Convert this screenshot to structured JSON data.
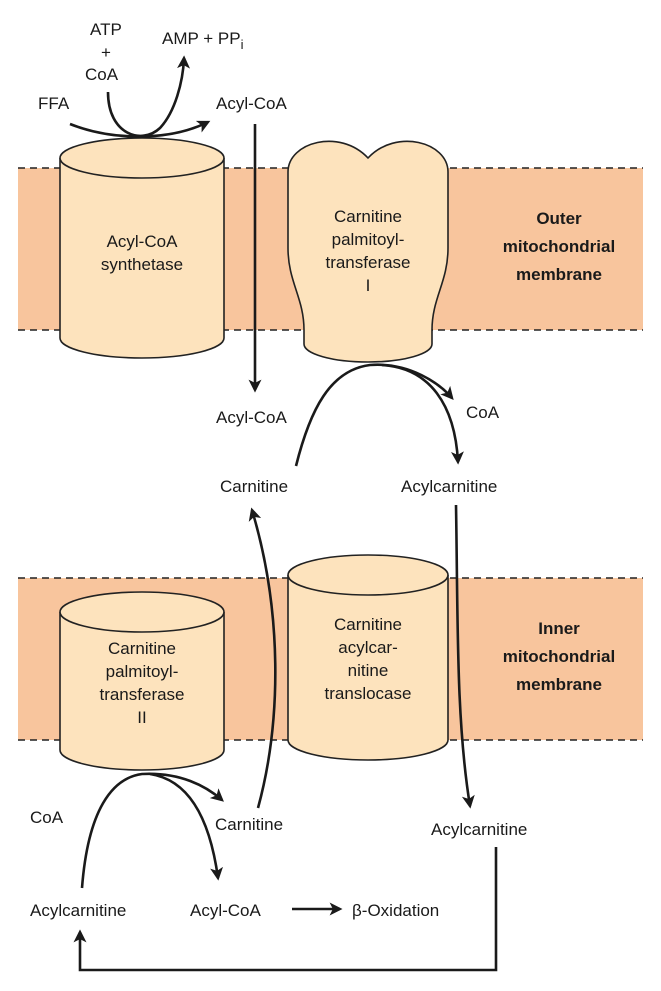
{
  "colors": {
    "membrane": "#f8c59d",
    "protein": "#fde3bd",
    "ink": "#1a1a1a"
  },
  "labels": {
    "atp": "ATP",
    "plus": "+",
    "coa_top": "CoA",
    "amp_ppi": "AMP + PP",
    "ppi_subscript": "i",
    "ffa": "FFA",
    "acyl_coa_top": "Acyl-CoA",
    "acyl_coa_mid": "Acyl-CoA",
    "coa_mid": "CoA",
    "carnitine_mid": "Carnitine",
    "acylcarnitine_mid": "Acylcarnitine",
    "coa_bottom": "CoA",
    "carnitine_bottom": "Carnitine",
    "acylcarnitine_bottom_right": "Acylcarnitine",
    "acylcarnitine_bottom_left": "Acylcarnitine",
    "acyl_coa_bottom": "Acyl-CoA",
    "beta_oxidation": "β-Oxidation"
  },
  "proteins": {
    "acyl_coa_synthetase": [
      "Acyl-CoA",
      "synthetase"
    ],
    "cpt1": [
      "Carnitine",
      "palmitoyl-",
      "transferase",
      "I"
    ],
    "translocase": [
      "Carnitine",
      "acylcar-",
      "nitine",
      "translocase"
    ],
    "cpt2": [
      "Carnitine",
      "palmitoyl-",
      "transferase",
      "II"
    ]
  },
  "membranes": {
    "outer": [
      "Outer",
      "mitochondrial",
      "membrane"
    ],
    "inner": [
      "Inner",
      "mitochondrial",
      "membrane"
    ]
  }
}
